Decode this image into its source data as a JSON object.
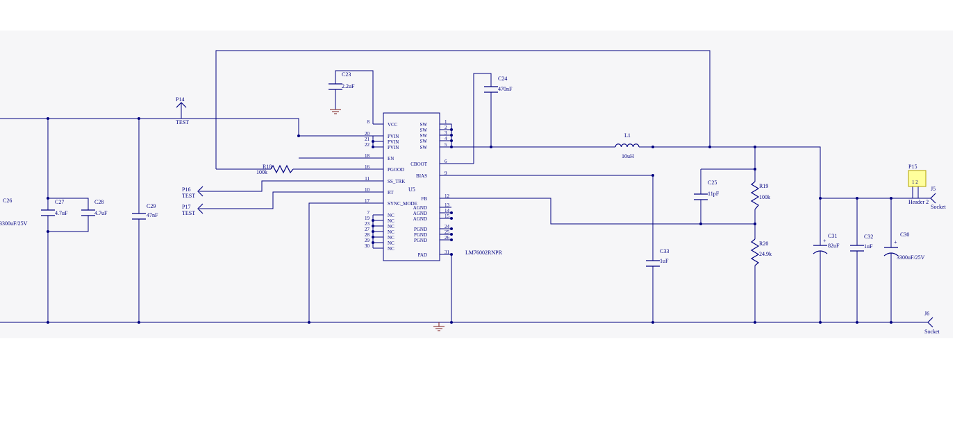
{
  "colors": {
    "wire": "#000080",
    "sheet": "#f6f6f8",
    "ground_symbol": "#7a1a1a",
    "header_fill": "#ffff9c"
  },
  "ic": {
    "ref": "U5",
    "part": "LM76002RNPR",
    "left_pins": [
      {
        "num": "8",
        "name": "VCC"
      },
      {
        "num": "20",
        "name": "PVIN"
      },
      {
        "num": "21",
        "name": "PVIN"
      },
      {
        "num": "22",
        "name": "PVIN"
      },
      {
        "num": "18",
        "name": "EN"
      },
      {
        "num": "16",
        "name": "PGOOD"
      },
      {
        "num": "11",
        "name": "SS_TRK"
      },
      {
        "num": "10",
        "name": "RT"
      },
      {
        "num": "17",
        "name": "SYNC_MODE"
      },
      {
        "num": "7",
        "name": "NC"
      },
      {
        "num": "19",
        "name": "NC"
      },
      {
        "num": "23",
        "name": "NC"
      },
      {
        "num": "27",
        "name": "NC"
      },
      {
        "num": "28",
        "name": "NC"
      },
      {
        "num": "29",
        "name": "NC"
      },
      {
        "num": "30",
        "name": "NC"
      }
    ],
    "right_pins": [
      {
        "num": "1",
        "name": "SW"
      },
      {
        "num": "2",
        "name": "SW"
      },
      {
        "num": "3",
        "name": "SW"
      },
      {
        "num": "4",
        "name": "SW"
      },
      {
        "num": "5",
        "name": "SW"
      },
      {
        "num": "6",
        "name": "CBOOT"
      },
      {
        "num": "9",
        "name": "BIAS"
      },
      {
        "num": "12",
        "name": "FB"
      },
      {
        "num": "13",
        "name": "AGND"
      },
      {
        "num": "14",
        "name": "AGND"
      },
      {
        "num": "15",
        "name": "AGND"
      },
      {
        "num": "24",
        "name": "PGND"
      },
      {
        "num": "25",
        "name": "PGND"
      },
      {
        "num": "26",
        "name": "PGND"
      },
      {
        "num": "31",
        "name": "PAD"
      }
    ]
  },
  "components": {
    "c26": {
      "ref": "C26",
      "value": "3300uF/25V"
    },
    "c27": {
      "ref": "C27",
      "value": "4.7uF"
    },
    "c28": {
      "ref": "C28",
      "value": "4.7uF"
    },
    "c29": {
      "ref": "C29",
      "value": "47nF"
    },
    "c23": {
      "ref": "C23",
      "value": "2.2uF"
    },
    "c24": {
      "ref": "C24",
      "value": "470nF"
    },
    "r18": {
      "ref": "R18",
      "value": "100k"
    },
    "l1": {
      "ref": "L1",
      "value": "10uH"
    },
    "c25": {
      "ref": "C25",
      "value": "11pF"
    },
    "r19": {
      "ref": "R19",
      "value": "100k"
    },
    "r20": {
      "ref": "R20",
      "value": "24.9k"
    },
    "c33": {
      "ref": "C33",
      "value": "1uF"
    },
    "c31": {
      "ref": "C31",
      "value": "82uF"
    },
    "c32": {
      "ref": "C32",
      "value": "1uF"
    },
    "c30": {
      "ref": "C30",
      "value": "3300uF/25V"
    }
  },
  "testpoints": {
    "p14": {
      "ref": "P14",
      "value": "TEST"
    },
    "p16": {
      "ref": "P16",
      "value": "TEST"
    },
    "p17": {
      "ref": "P17",
      "value": "TEST"
    }
  },
  "connectors": {
    "p15": {
      "ref": "P15",
      "value": "Header 2",
      "pins": "1 2"
    },
    "j5": {
      "ref": "J5",
      "value": "Socket"
    },
    "j6": {
      "ref": "J6",
      "value": "Socket"
    }
  }
}
